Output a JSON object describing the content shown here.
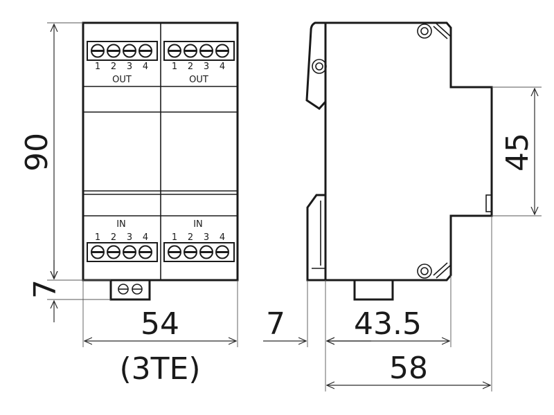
{
  "dimensions": {
    "height_total": "90",
    "height_base": "7",
    "width_front": "54",
    "modules": "(3TE)",
    "depth_rail": "7",
    "depth_body": "43.5",
    "depth_total": "58",
    "height_neck": "45"
  },
  "terminals": {
    "out_label": "OUT",
    "in_label": "IN",
    "numbers": [
      "1",
      "2",
      "3",
      "4"
    ]
  }
}
